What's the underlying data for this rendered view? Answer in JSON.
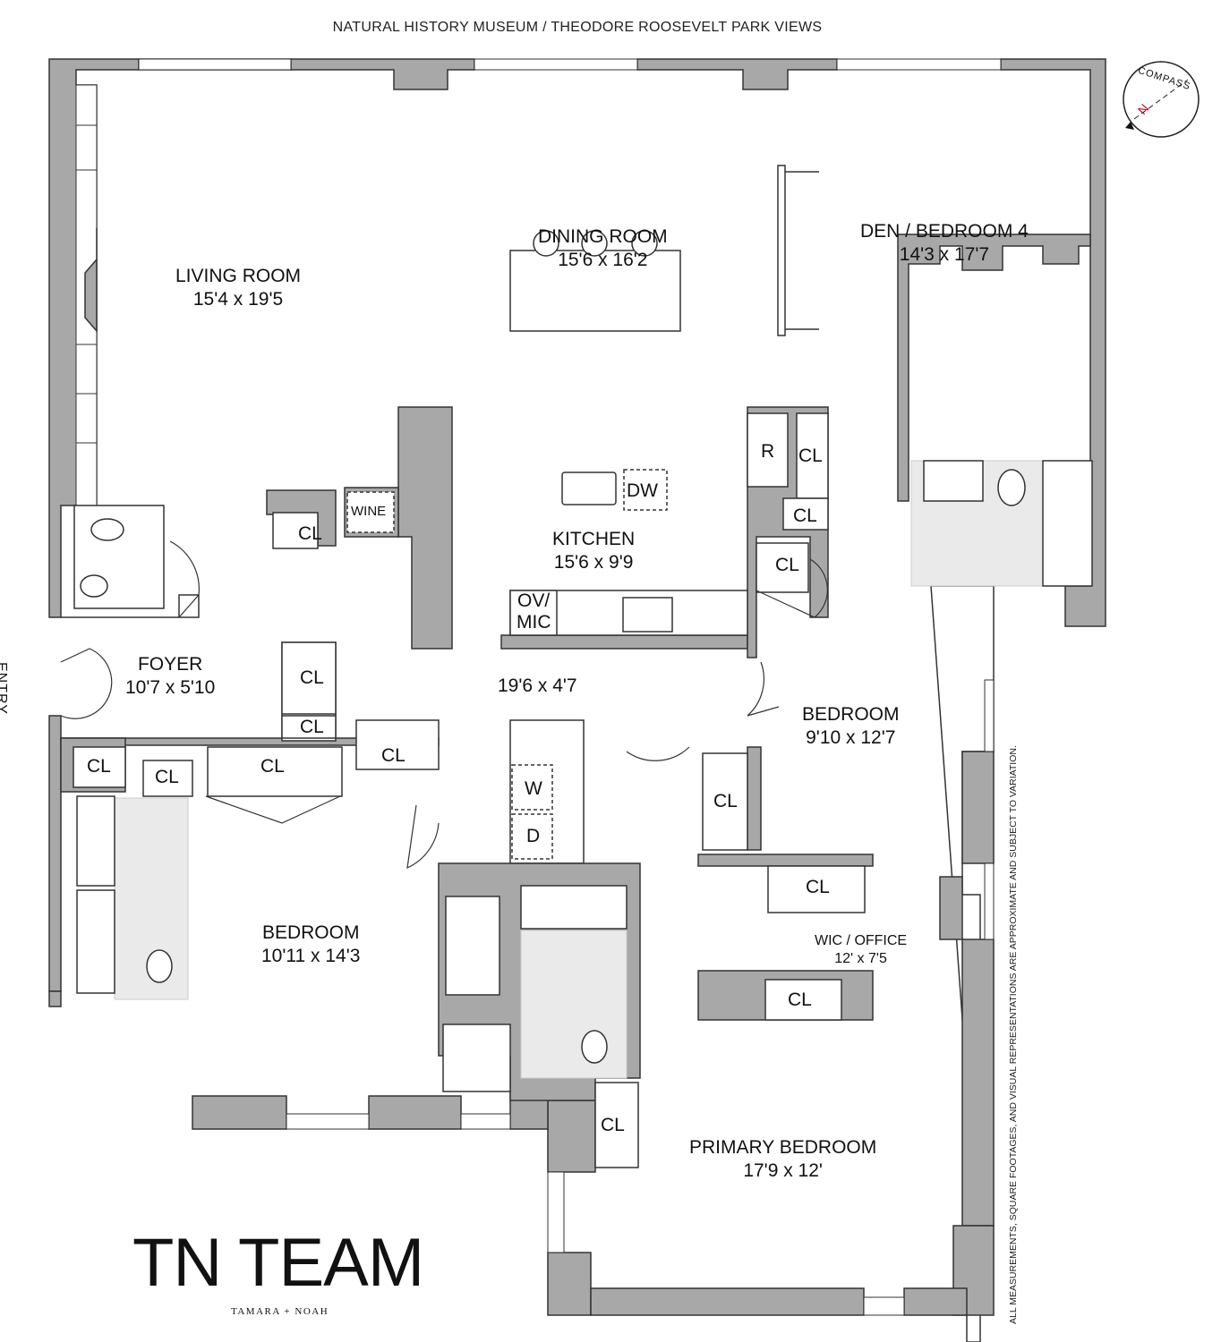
{
  "header": {
    "title": "NATURAL HISTORY MUSEUM / THEODORE ROOSEVELT PARK VIEWS"
  },
  "compass": {
    "label": "COMPASS",
    "north": "N",
    "north_color": "#d0021b"
  },
  "entry_label": "ENTRY",
  "rooms": [
    {
      "name": "LIVING ROOM",
      "dims": "15'4 x 19'5"
    },
    {
      "name": "DINING ROOM",
      "dims": "15'6 x 16'2"
    },
    {
      "name": "DEN / BEDROOM 4",
      "dims": "14'3 x 17'7"
    },
    {
      "name": "KITCHEN",
      "dims": "15'6 x 9'9"
    },
    {
      "name": "FOYER",
      "dims": "10'7 x 5'10"
    },
    {
      "name": "BEDROOM",
      "dims": "9'10 x 12'7"
    },
    {
      "name": "BEDROOM",
      "dims": "10'11 x 14'3"
    },
    {
      "name": "WIC / OFFICE",
      "dims": "12' x 7'5"
    },
    {
      "name": "PRIMARY BEDROOM",
      "dims": "17'9 x 12'"
    }
  ],
  "hall": {
    "dims": "19'6 x 4'7"
  },
  "fixtures": {
    "closet": "CL",
    "wine": "WINE",
    "dishwasher": "DW",
    "oven_micro_1": "OV/",
    "oven_micro_2": "MIC",
    "refrigerator": "R",
    "washer": "W",
    "dryer": "D"
  },
  "disclaimer": "ALL MEASUREMENTS, SQUARE FOOTAGES, AND VISUAL REPRESENTATIONS ARE APPROXIMATE AND SUBJECT TO VARIATION.",
  "brand": {
    "name": "TN TEAM",
    "subtitle": "TAMARA + NOAH"
  },
  "colors": {
    "wall": "#a8a8a8",
    "line": "#333333",
    "tile": "#e9e9e9"
  }
}
